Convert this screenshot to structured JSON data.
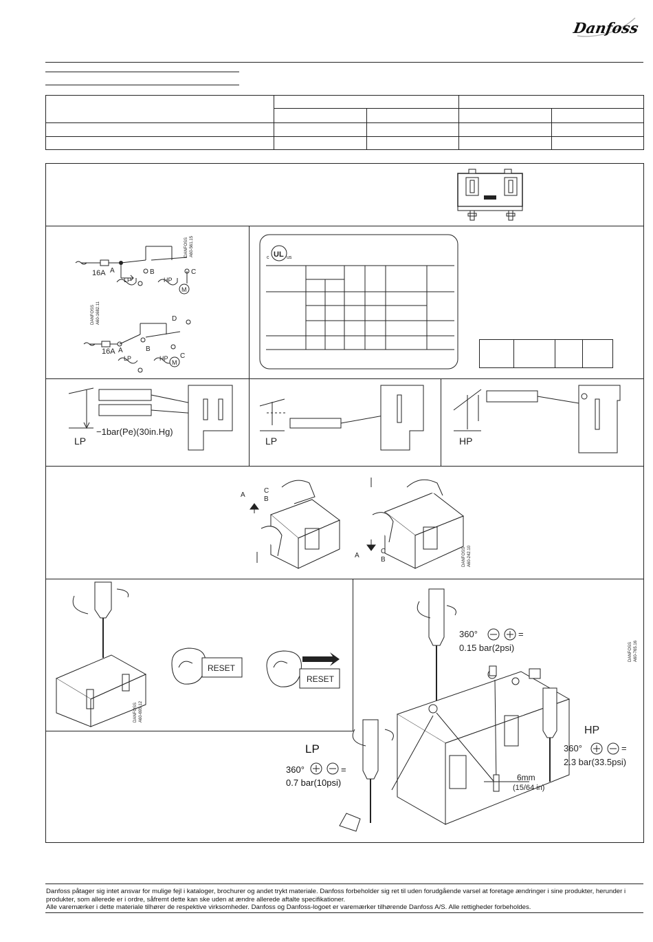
{
  "brand": {
    "logo_text": "Danfoss"
  },
  "diagrams": {
    "wiring_top": {
      "fuse": "16A",
      "terminals": [
        "A",
        "B",
        "C"
      ],
      "lp": "LP",
      "hp": "HP",
      "motor": "M",
      "code_1": "DANFOSS",
      "code_2": "A60-561.15"
    },
    "wiring_bottom": {
      "fuse": "16A",
      "terminals": [
        "A",
        "B",
        "C",
        "D"
      ],
      "lp": "LP",
      "hp": "HP",
      "motor": "M",
      "code_1": "DANFOSS",
      "code_2": "A60-1682.11"
    },
    "ul_mark": {
      "c": "c",
      "ul": "UL",
      "us": "us"
    },
    "pressure_1": {
      "side": "LP",
      "note": "−1bar(Pe)(30in.Hg)"
    },
    "pressure_2": {
      "side": "LP"
    },
    "pressure_3": {
      "side": "HP"
    },
    "reset_section": {
      "t1": [
        "A",
        "C",
        "B"
      ],
      "t2": [
        "A",
        "C",
        "B"
      ],
      "code_1": "DANFOSS",
      "code_2": "A60-242.10"
    },
    "reset_screw": {
      "reset_label": "RESET",
      "code_1": "DANFOSS",
      "code_2": "A60-695.12"
    },
    "adjust": {
      "code_1": "DANFOSS",
      "code_2": "A60-765.16",
      "top_deg": "360°",
      "top_eq": "=",
      "top_value": "0.15  bar(2psi)",
      "hp_label": "HP",
      "hp_deg": "360°",
      "hp_eq": "=",
      "hp_value": "2.3  bar(33.5psi)",
      "lp_label": "LP",
      "lp_deg": "360°",
      "lp_eq": "=",
      "lp_value": "0.7  bar(10psi)",
      "dim_mm": "6mm",
      "dim_in": "(15/64 in)"
    }
  },
  "footer": {
    "line1": "Danfoss påtager sig intet ansvar for mulige fejl i kataloger, brochurer og andet trykt materiale. Danfoss forbeholder sig ret til uden forudgående varsel at foretage ændringer i sine produkter, herunder i produkter, som allerede er i ordre, såfremt dette kan ske uden at ændre allerede aftalte specifikationer.",
    "line2": "Alle varemærker i dette materiale tilhører de respektive virksomheder. Danfoss og Danfoss-logoet er varemærker tilhørende Danfoss A/S. Alle rettigheder forbeholdes."
  }
}
